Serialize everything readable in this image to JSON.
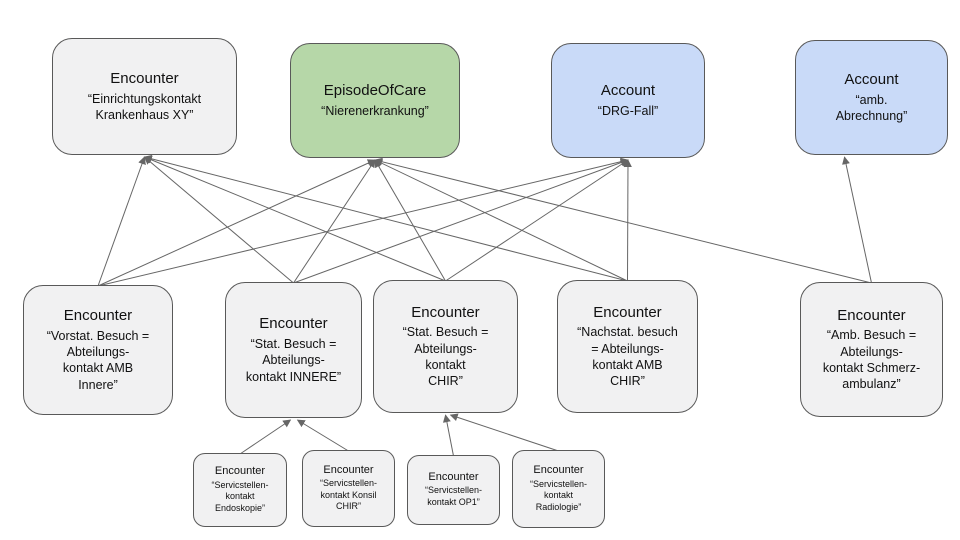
{
  "diagram": {
    "description": "FHIR Kontaktebenen diagram: Encounters, EpisodeOfCare and Accounts",
    "colors": {
      "node_fill_gray": "#f1f1f2",
      "node_fill_green": "#b6d7a8",
      "node_fill_blue": "#c9daf8",
      "node_border": "#595959",
      "arrow": "#666666",
      "background": "#ffffff"
    },
    "nodes": {
      "t1": {
        "title": "Encounter",
        "subtitle": "“Einrichtungskontakt\nKrankenhaus XY”"
      },
      "t2": {
        "title": "EpisodeOfCare",
        "subtitle": "“Nierenerkrankung”"
      },
      "t3": {
        "title": "Account",
        "subtitle": "“DRG-Fall”"
      },
      "t4": {
        "title": "Account",
        "subtitle": "“amb.\nAbrechnung”"
      },
      "m1": {
        "title": "Encounter",
        "subtitle": "“Vorstat. Besuch =\nAbteilungs-\nkontakt AMB\nInnere”"
      },
      "m2": {
        "title": "Encounter",
        "subtitle": "“Stat. Besuch =\nAbteilungs-\nkontakt INNERE”"
      },
      "m3": {
        "title": "Encounter",
        "subtitle": "“Stat. Besuch =\nAbteilungs-\nkontakt\nCHIR”"
      },
      "m4": {
        "title": "Encounter",
        "subtitle": "“Nachstat. besuch\n= Abteilungs-\nkontakt AMB\nCHIR”"
      },
      "m5": {
        "title": "Encounter",
        "subtitle": "“Amb. Besuch =\nAbteilungs-\nkontakt Schmerz-\nambulanz”"
      },
      "b1": {
        "title": "Encounter",
        "subtitle": "“Servicstellen-\nkontakt\nEndoskopie”"
      },
      "b2": {
        "title": "Encounter",
        "subtitle": "“Servicstellen-\nkontakt Konsil\nCHIR”"
      },
      "b3": {
        "title": "Encounter",
        "subtitle": "“Servicstellen-\nkontakt OP1”"
      },
      "b4": {
        "title": "Encounter",
        "subtitle": "“Servicstellen-\nkontakt\nRadiologie”"
      }
    },
    "edges": [
      {
        "from": "m1",
        "to": "t1"
      },
      {
        "from": "m2",
        "to": "t1"
      },
      {
        "from": "m3",
        "to": "t1"
      },
      {
        "from": "m4",
        "to": "t1"
      },
      {
        "from": "m1",
        "to": "t2"
      },
      {
        "from": "m2",
        "to": "t2"
      },
      {
        "from": "m3",
        "to": "t2"
      },
      {
        "from": "m4",
        "to": "t2"
      },
      {
        "from": "m5",
        "to": "t2"
      },
      {
        "from": "m1",
        "to": "t3"
      },
      {
        "from": "m2",
        "to": "t3"
      },
      {
        "from": "m3",
        "to": "t3"
      },
      {
        "from": "m4",
        "to": "t3"
      },
      {
        "from": "m5",
        "to": "t4",
        "txo": -27
      },
      {
        "from": "b1",
        "to": "m2",
        "txo": -3
      },
      {
        "from": "b2",
        "to": "m2",
        "txo": 4
      },
      {
        "from": "b3",
        "to": "m3",
        "txo": 0
      },
      {
        "from": "b4",
        "to": "m3",
        "txo": 5
      }
    ]
  }
}
